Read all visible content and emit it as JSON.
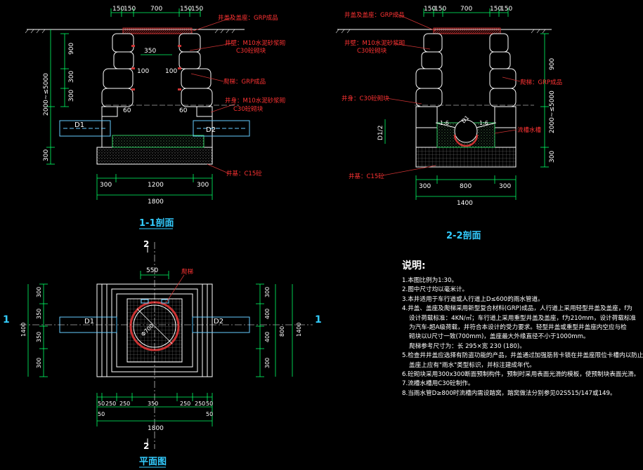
{
  "colors": {
    "background": "#000000",
    "outline": "#ffffff",
    "dimension": "#00ff66",
    "label_red": "#ff3333",
    "title_cyan": "#33ccff",
    "pipe_blue": "#66ccff",
    "hatch_green": "#33cc66",
    "cover_red": "#cc3333"
  },
  "section_1_1": {
    "title": "1-1剖面",
    "top_dims": [
      "150",
      "150",
      "700",
      "150",
      "150"
    ],
    "bottom_dims": [
      "300",
      "1200",
      "300"
    ],
    "total_width": "1800",
    "left_dims": [
      "900",
      "300",
      "300",
      "2000~≤5000",
      "300"
    ],
    "inner_dims": [
      "350",
      "100",
      "100",
      "60",
      "60"
    ],
    "labels": {
      "cover": "井盖及盖座：GRP成品",
      "wall_mortar": "井壁：M10水泥砂浆砌",
      "wall_block": "C30砼砌块",
      "ladder": "爬梯：GRP成品",
      "wall_mortar_2": "井身：M10水泥砂浆砌",
      "wall_block_2": "C30砼砌块",
      "base": "井基：C15砼"
    },
    "pipes": [
      "D1",
      "D2"
    ]
  },
  "section_2_2": {
    "title": "2-2剖面",
    "top_dims": [
      "150",
      "150",
      "700",
      "150",
      "150"
    ],
    "bottom_dims": [
      "300",
      "800",
      "300"
    ],
    "total_width": "1400",
    "right_dims": [
      "900",
      "2000~≤5000",
      "300"
    ],
    "left_dims": [
      "D1/2"
    ],
    "slope_left": "1:6",
    "slope_right": "1:6",
    "pipe_label": "D1",
    "labels": {
      "cover": "井盖及盖座：GRP成品",
      "wall_mortar": "井壁：M10水泥砂浆砌",
      "wall_block": "C30砼砌块",
      "ladder": "爬梯：GRP成品",
      "wall_mortar_2": "井身：C30砼砌块",
      "base": "井基：C15砼",
      "flow_channel": "流槽水槽"
    }
  },
  "plan": {
    "title": "平面图",
    "section_mark_2": "2",
    "section_mark_1": "1",
    "top_dim": "550",
    "bottom_dims": [
      "50",
      "250",
      "250",
      "350",
      "250",
      "250",
      "50"
    ],
    "bottom_dims_2": [
      "50",
      "50"
    ],
    "total_width": "1800",
    "left_dims": [
      "300",
      "350",
      "350",
      "300"
    ],
    "left_total": "1400",
    "right_dims": [
      "300",
      "400",
      "400",
      "300"
    ],
    "right_inner": "800",
    "right_total": "1400",
    "circle_label": "Φ700",
    "ladder_label": "爬梯",
    "pipes": [
      "D1",
      "D2"
    ]
  },
  "notes": {
    "heading": "说明:",
    "lines": [
      "1.本图比例为1:30。",
      "2.图中尺寸均以毫米计。",
      "3.本井适用于车行道或人行道上D≤600的雨水管道。",
      "4.井盖、盖座及爬梯采用新型复合材料(GRP)成品，人行道上采用轻型井盖及盖座，f为",
      "设计荷载标准：4KN/㎡；车行道上采用重型井盖及盖座，f为210mm，设计荷载标准",
      "为汽车-超A级荷载，并符合本设计的受力要求。轻型井盖或重型井盖座内空应与检",
      "砌块以U尺寸一致(700mm)，盖座最大外缘直径不小于1000mm。",
      "爬梯参考尺寸为：长 295×宽 230 (180)。",
      "5.检查井井盖应选择有防盗功能的产品，井盖通过加强筋背卡锁在井盖座限位卡槽内以防止",
      "盖座上应有\"雨水\"类型标识，并标注建成年代。",
      "6.砼砌块采用300x300断面预制构件，预制时采用表面光滑的模板，使预制块表面光滑。",
      "7.流槽水槽用C30砼制作。",
      "8.当雨水管D≥800时流槽内需设踏窝，踏窝做法分别参见02S515/147或149。"
    ]
  }
}
